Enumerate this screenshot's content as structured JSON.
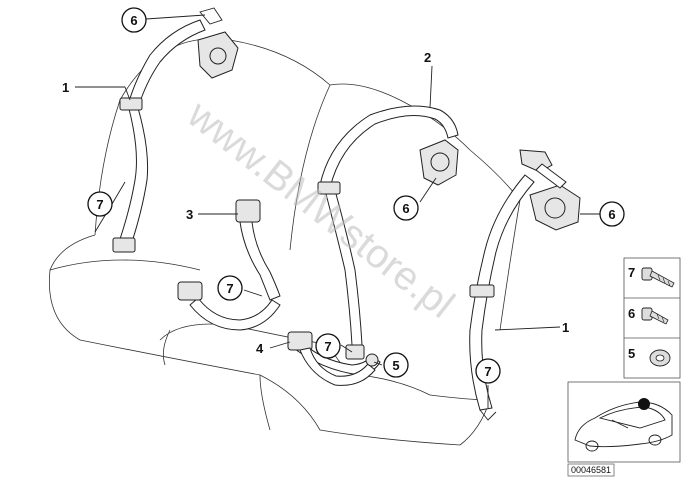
{
  "callouts": {
    "c6a": "6",
    "c1a": "1",
    "c2": "2",
    "c7a": "7",
    "c3": "3",
    "c6b": "6",
    "c6c": "6",
    "c7b": "7",
    "c4": "4",
    "c7c": "7",
    "c5": "5",
    "c1b": "1",
    "c7d": "7"
  },
  "legend": {
    "row7": "7",
    "row6": "6",
    "row5": "5"
  },
  "watermark": "www.BMWstore.pl",
  "part_number": "00046581"
}
